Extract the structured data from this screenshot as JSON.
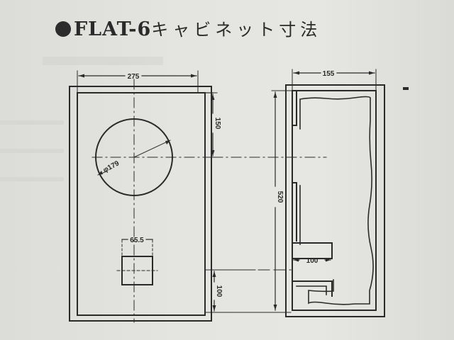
{
  "title": {
    "prefix": "FLAT-6",
    "suffix": "キャビネット寸法"
  },
  "front_view": {
    "width_label": "275",
    "top_to_driver_center_label": "150",
    "driver_diameter_label": "φ179",
    "port_width_label": "65.5",
    "port_center_from_bottom_label": "100"
  },
  "side_view": {
    "depth_label": "155",
    "height_label": "520",
    "internal_port_depth_label": "100"
  },
  "colors": {
    "paper": "#e2e2de",
    "ink": "#2a2a2a"
  }
}
